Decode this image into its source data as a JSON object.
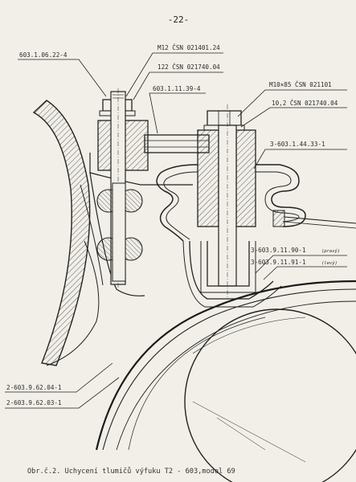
{
  "page": {
    "number": "-22-"
  },
  "labels": {
    "l1": "603.1.06.22-4",
    "l2": "M12 ČSN 021401.24",
    "l3": "122 ČSN 021740.04",
    "l4": "603.1.11.39-4",
    "l5": "M10×85 ČSN 021101",
    "l6": "10,2 ČSN 021740.04",
    "l7": "3-603.1.44.33-1",
    "l8": "3-603.9.11.90-1",
    "l8note": "(pravý)",
    "l9": "3-603.9.11.91-1",
    "l9note": "(levý)",
    "l10": "2-603.9.62.04-1",
    "l11": "2-603.9.62.03-1"
  },
  "caption": "Obr.č.2. Uchycení tlumičů výfuku T2 - 603,model 69"
}
